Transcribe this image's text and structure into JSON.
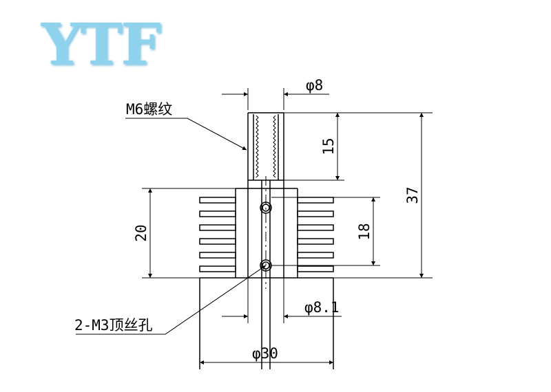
{
  "logo": {
    "text": "YTF",
    "color": "#8fd2ee"
  },
  "labels": {
    "thread": "M6螺纹",
    "set_screw": "2-M3顶丝孔"
  },
  "dimensions": {
    "tube_diameter": "φ8",
    "thread_length": "15",
    "total_height": "37",
    "block_height": "20",
    "hole_spacing": "18",
    "bore_diameter": "φ8.1",
    "outer_diameter": "φ30"
  }
}
